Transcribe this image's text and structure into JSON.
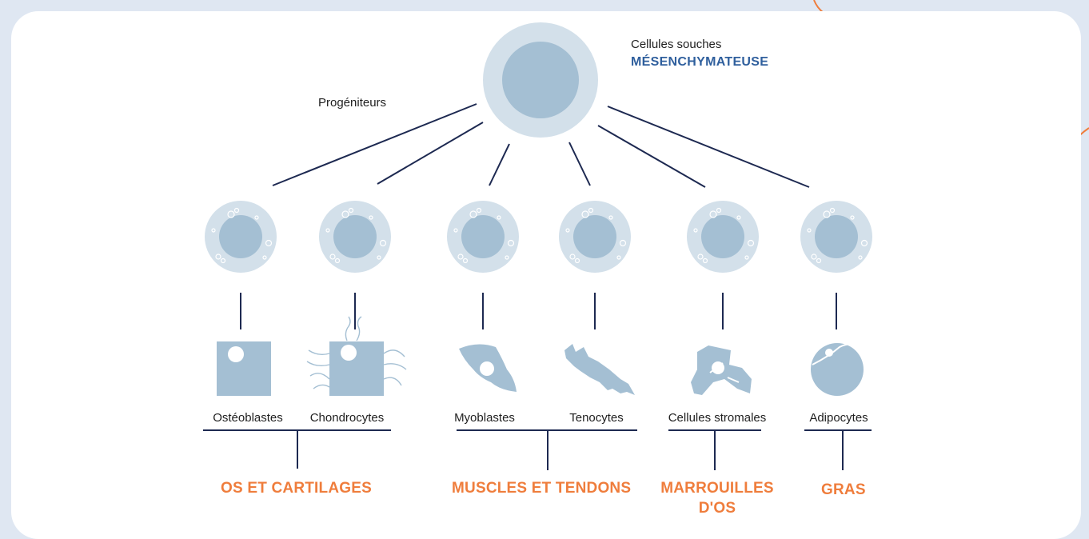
{
  "stem_cell": {
    "line1": "Cellules souches",
    "line2": "MÉSENCHYMATEUSE"
  },
  "progenitors_label": "Progéniteurs",
  "cells": [
    {
      "name": "osteoblast",
      "label": "Ostéoblastes"
    },
    {
      "name": "chondrocyte",
      "label": "Chondrocytes"
    },
    {
      "name": "myoblast",
      "label": "Myoblastes"
    },
    {
      "name": "tenocyte",
      "label": "Tenocytes"
    },
    {
      "name": "stromal",
      "label": "Cellules stromales"
    },
    {
      "name": "adipocyte",
      "label": "Adipocytes"
    }
  ],
  "groups": [
    {
      "label": "OS ET CARTILAGES"
    },
    {
      "label": "MUSCLES ET TENDONS"
    },
    {
      "label": "MARROUILLES D'OS"
    },
    {
      "label": "GRAS"
    }
  ],
  "colors": {
    "cell_outer": "#d3e0ea",
    "cell_inner": "#a4bfd3",
    "line": "#1d2951",
    "title_blue": "#2f5f9d",
    "group_orange": "#ef7d3c"
  }
}
